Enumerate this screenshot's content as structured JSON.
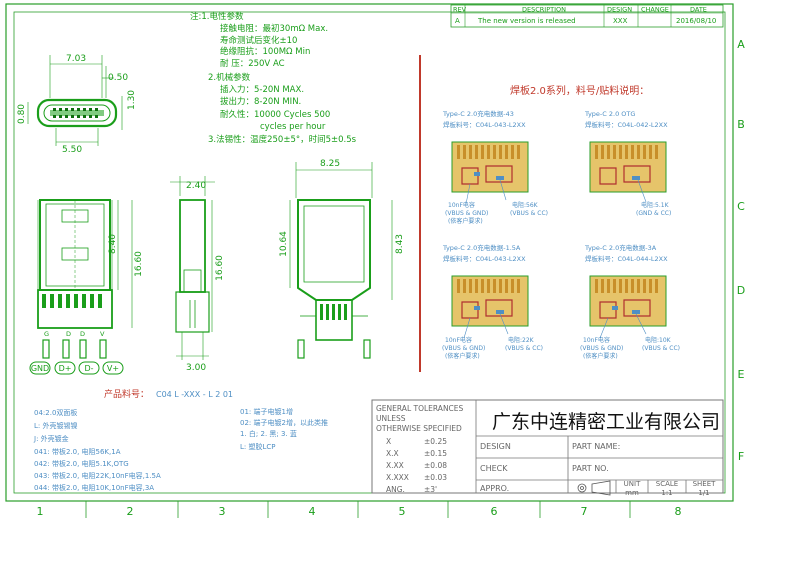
{
  "revision_table": {
    "headers": [
      "REV",
      "DESCRIPTION",
      "DESIGN",
      "CHANGE",
      "DATE"
    ],
    "rows": [
      {
        "rev": "A",
        "description": "The new version is released",
        "design": "XXX",
        "change": "",
        "date": "2016/08/10"
      }
    ]
  },
  "notes": {
    "lines": [
      "注:1.电性参数",
      "接触电阻：最初30mΩ Max.",
      "寿命测试后变化±10",
      "绝缘阻抗：100MΩ Min",
      "耐    压：250V AC",
      "2.机械参数",
      "插入力：5-20N MAX.",
      "拔出力：8-20N MIN.",
      "耐久性：10000 Cycles 500",
      "cycles per hour",
      "3.法锡性：温度250±5°，时间5±0.5s"
    ]
  },
  "dimensions": {
    "front_width": "7.03",
    "front_offset": "0.50",
    "front_left_height": "0.80",
    "front_right_height": "1.30",
    "front_bottom": "5.50",
    "top_width": "8.25",
    "side_width": "2.40",
    "side_bottom": "3.00",
    "left_h1": "8.40",
    "left_h2": "16.60",
    "side_h1": "16.60",
    "right_h1": "10.64",
    "right_h2": "8.43"
  },
  "pins": {
    "top_labels": [
      "G",
      "D",
      "D",
      "V"
    ],
    "bottom_labels": [
      "GND",
      "D+",
      "D-",
      "V+"
    ]
  },
  "pcb_series": {
    "title": "焊板2.0系列，料号/贴料说明：",
    "boards": [
      {
        "type_line": "Type-C 2.0充电数据-43",
        "pn_line": "焊板料号：C04L-043-L2XX",
        "cap_note": "10nF电容",
        "cap_sub": "(VBUS & GND)",
        "cust": "(依客户要求)",
        "res": "电阻:56K",
        "res_sub": "(VBUS & CC)"
      },
      {
        "type_line": "Type-C 2.0 OTG",
        "pn_line": "焊板料号：C04L-042-L2XX",
        "res": "电阻:5.1K",
        "res_sub": "(GND & CC)"
      },
      {
        "type_line": "Type-C 2.0充电数据-1.5A",
        "pn_line": "焊板料号：C04L-043-L2XX",
        "cap_note": "10nF电容",
        "cap_sub": "(VBUS & GND)",
        "cust": "(依客户要求)",
        "res": "电阻:22K",
        "res_sub": "(VBUS & CC)"
      },
      {
        "type_line": "Type-C 2.0充电数据-3A",
        "pn_line": "焊板料号：C04L-044-L2XX",
        "cap_note": "10nF电容",
        "cap_sub": "(VBUS & GND)",
        "cust": "(依客户要求)",
        "res": "电阻:10K",
        "res_sub": "(VBUS & CC)"
      }
    ]
  },
  "part_number": {
    "label": "产品料号：",
    "code": "C04 L -XXX - L 2 01",
    "left_lines": [
      "04:2.0双面板",
      "L: 外壳镀锡镍",
      "J: 外壳镀金",
      "041: 带板2.0, 电阻56K,1A",
      "042: 带板2.0, 电阻5.1K,OTG",
      "043: 带板2.0, 电阻22K,10nF电容,1.5A",
      "044: 带板2.0, 电阻10K,10nF电容,3A"
    ],
    "right_lines": [
      "01: 端子电镀1增",
      "02: 端子电镀2增，以此类推",
      "1. 白; 2. 黑; 3. 蓝",
      "L: 塑胶LCP"
    ]
  },
  "tolerances": {
    "title_lines": [
      "GENERAL TOLERANCES",
      "UNLESS",
      "OTHERWISE SPECIFIED"
    ],
    "rows": [
      {
        "k": "X",
        "v": "±0.25"
      },
      {
        "k": "X.X",
        "v": "±0.15"
      },
      {
        "k": "X.XX",
        "v": "±0.08"
      },
      {
        "k": "X.XXX",
        "v": "±0.03"
      },
      {
        "k": "ANG.",
        "v": "±3'"
      }
    ]
  },
  "title_block": {
    "company": "广东中连精密工业有限公司",
    "design": "DESIGN",
    "part_name": "PART NAME:",
    "check": "CHECK",
    "part_no": "PART NO.",
    "appro": "APPRO.",
    "unit_label": "UNIT",
    "unit_value": "mm",
    "scale_label": "SCALE",
    "scale_value": "1:1",
    "sheet_label": "SHEET",
    "sheet_value": "1/1"
  },
  "grid": {
    "columns": [
      "1",
      "2",
      "3",
      "4",
      "5",
      "6",
      "7",
      "8"
    ],
    "rows": [
      "A",
      "B",
      "C",
      "D",
      "E",
      "F"
    ]
  },
  "colors": {
    "green": "#1a9e1a",
    "blue": "#4f8fc4",
    "red": "#c0392b",
    "pcb": "#e6c46a"
  }
}
